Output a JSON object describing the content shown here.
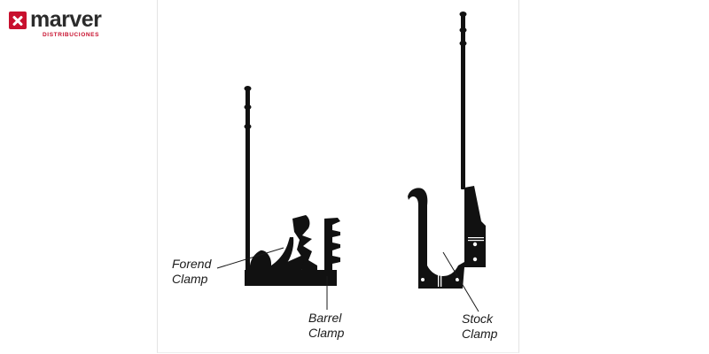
{
  "brand": {
    "name": "marver",
    "tagline": "DISTRIBUCIONES",
    "accent_color": "#c8102e",
    "mark_icon": "cross-mark-icon"
  },
  "diagram": {
    "labels": {
      "forend_line1": "Forend",
      "forend_line2": "Clamp",
      "barrel_line1": "Barrel",
      "barrel_line2": "Clamp",
      "stock_line1": "Stock",
      "stock_line2": "Clamp"
    },
    "part_color": "#111111"
  }
}
